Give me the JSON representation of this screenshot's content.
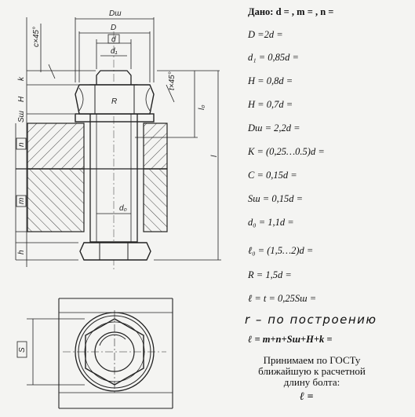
{
  "labels": {
    "D_sh": "Dш",
    "D": "D",
    "d": "d",
    "d1": "d₁",
    "d0": "d₀",
    "c45": "c×45°",
    "t45": "t×45°",
    "k": "k",
    "H": "H",
    "S_sh": "Sш",
    "n": "n",
    "m": "m",
    "h": "h",
    "l0": "l₀",
    "l": "l",
    "R": "R",
    "S": "S"
  },
  "formulas": [
    "Дано: d = , m = , n =",
    "D =2d =",
    "d₁ = 0,85d =",
    "H = 0,8d =",
    "H = 0,7d =",
    "Dш = 2,2d =",
    "K = (0,25…0.5)d =",
    "C = 0,15d =",
    "Sш = 0,15d =",
    "d₀ = 1,1d =",
    "ℓ₀ = (1,5…2)d =",
    "R = 1,5d =",
    "ℓ = t = 0,25Sш ="
  ],
  "handwritten": "r – по построению",
  "length_formula": "ℓ = m+n+Sш+H+k =",
  "final_note": "Принимаем по ГОСТу\nближайшую к расчетной\nдлину болта:",
  "final_result": "ℓ ="
}
